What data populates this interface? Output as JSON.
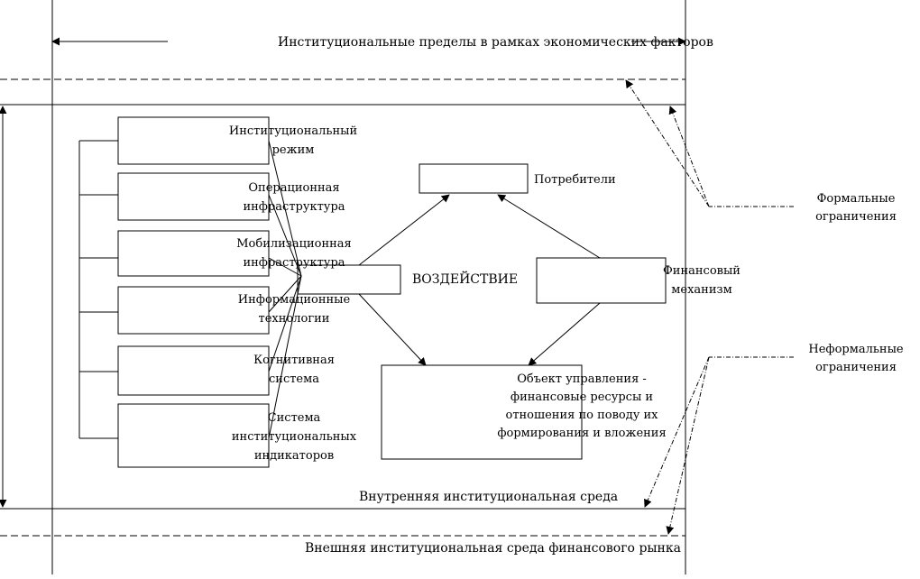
{
  "diagram": {
    "top_label": "Институциональные пределы в рамках экономических факторов",
    "inner_env": "Внутренняя институциональная среда",
    "outer_env": "Внешняя институциональная среда финансового рынка",
    "formal_constraints": [
      "Формальные",
      "ограничения"
    ],
    "informal_constraints": [
      "Неформальные",
      "ограничения"
    ],
    "institutions": [
      [
        "Институциональный",
        "режим"
      ],
      [
        "Операционная",
        "инфраструктура"
      ],
      [
        "Мобилизационная",
        "инфраструктура"
      ],
      [
        "Информационные",
        "технологии"
      ],
      [
        "Когнитивная",
        "система"
      ],
      [
        "Система",
        "институциональных",
        "индикаторов"
      ]
    ],
    "impact": "ВОЗДЕЙСТВИЕ",
    "consumers": "Потребители",
    "financial_mechanism": [
      "Финансовый",
      "механизм"
    ],
    "management_object": [
      "Объект управления -",
      "финансовые ресурсы и",
      "отношения по поводу их",
      "формирования и вложения"
    ]
  }
}
